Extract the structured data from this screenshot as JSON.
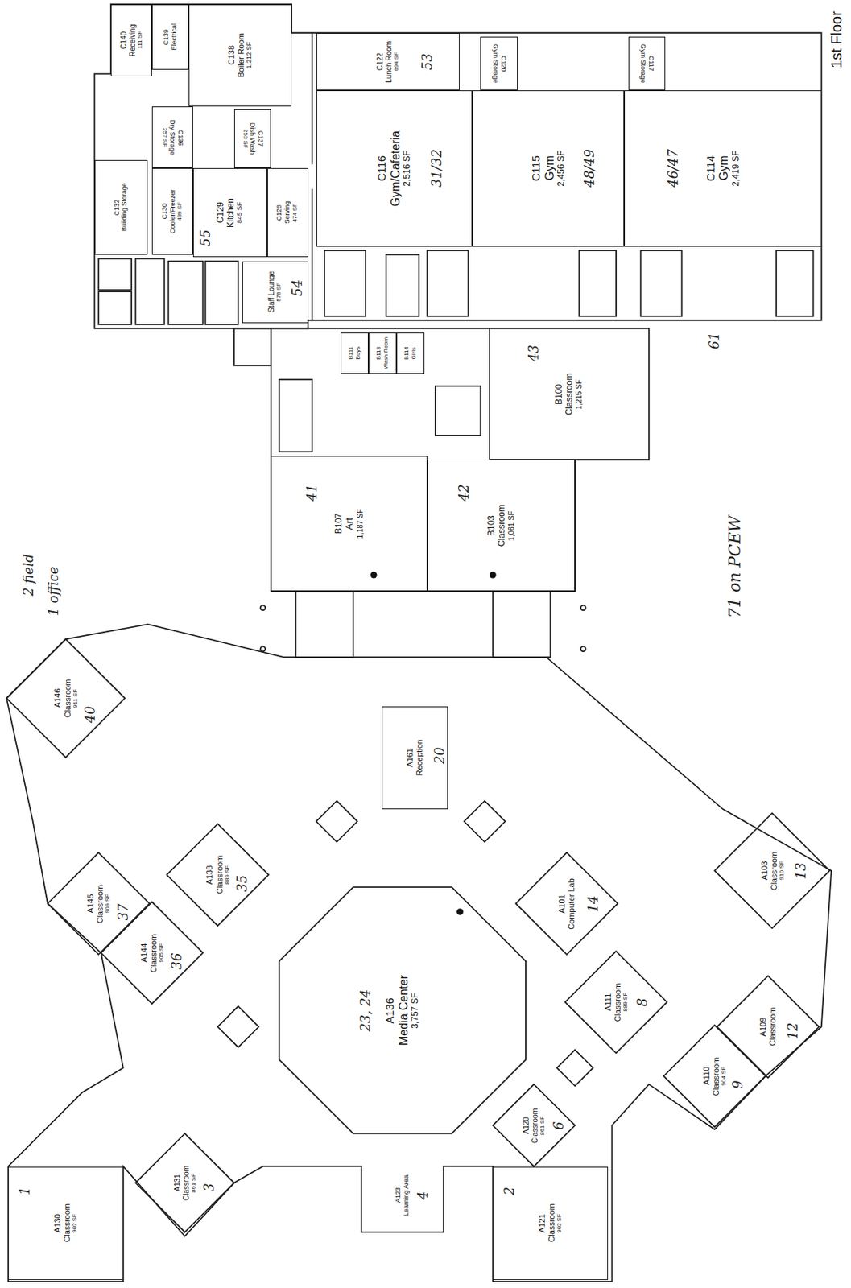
{
  "diagram": {
    "title": "1st Floor",
    "nodes": [
      {
        "text": [
          "C140",
          "Receiving",
          "111 SF"
        ]
      },
      {
        "text": [
          "C139",
          "Electrical"
        ]
      },
      {
        "text": [
          "C138",
          "Boiler Room",
          "1,212 SF"
        ]
      },
      {
        "text": [
          "C136",
          "Dry Storage",
          "257 SF"
        ]
      },
      {
        "text": [
          "C137",
          "Dish Wash",
          "253 SF"
        ]
      },
      {
        "text": [
          "C132",
          "Building Storage"
        ]
      },
      {
        "text": [
          "C130",
          "Cooler/Freezer",
          "489 SF"
        ]
      },
      {
        "text": [
          "C129",
          "Kitchen",
          "845 SF"
        ]
      },
      {
        "text": [
          "C128",
          "Serving",
          "474 SF"
        ]
      },
      {
        "text": [
          "Staff Lounge",
          "576 SF"
        ]
      },
      {
        "text": [
          "C122",
          "Lunch Room",
          "694 SF"
        ]
      },
      {
        "text": [
          "C120",
          "Gym Storage"
        ]
      },
      {
        "text": [
          "C117",
          "Gym Storage"
        ]
      },
      {
        "text": [
          "C116",
          "Gym/Cafeteria",
          "2,516 SF"
        ]
      },
      {
        "text": [
          "C115",
          "Gym",
          "2,456 SF"
        ]
      },
      {
        "text": [
          "C114",
          "Gym",
          "2,419 SF"
        ]
      },
      {
        "text": [
          "B111",
          "Boys"
        ]
      },
      {
        "text": [
          "B113",
          "Wash Room"
        ]
      },
      {
        "text": [
          "B114",
          "Girls"
        ]
      },
      {
        "text": [
          "B107",
          "Art",
          "1,187 SF"
        ]
      },
      {
        "text": [
          "B103",
          "Classroom",
          "1,061 SF"
        ]
      },
      {
        "text": [
          "B100",
          "Classroom",
          "1,215 SF"
        ]
      },
      {
        "text": [
          "A161",
          "Reception"
        ]
      },
      {
        "text": [
          "A146",
          "Classroom",
          "911 SF"
        ]
      },
      {
        "text": [
          "A145",
          "Classroom",
          "909 SF"
        ]
      },
      {
        "text": [
          "A144",
          "Classroom",
          "905 SF"
        ]
      },
      {
        "text": [
          "A138",
          "Classroom",
          "889 SF"
        ]
      },
      {
        "text": [
          "A136",
          "Media Center",
          "3,757 SF"
        ]
      },
      {
        "text": [
          "A101",
          "Computer Lab"
        ]
      },
      {
        "text": [
          "A103",
          "Classroom",
          "910 SF"
        ]
      },
      {
        "text": [
          "A109",
          "Classroom"
        ]
      },
      {
        "text": [
          "A110",
          "Classroom",
          "904 SF"
        ]
      },
      {
        "text": [
          "A111",
          "Classroom",
          "889 SF"
        ]
      },
      {
        "text": [
          "A131",
          "Classroom",
          "861 SF"
        ]
      },
      {
        "text": [
          "A120",
          "Classroom",
          "861 SF"
        ]
      },
      {
        "text": [
          "A130",
          "Classroom",
          "902 SF"
        ]
      },
      {
        "text": [
          "A121",
          "Classroom",
          "902 SF"
        ]
      },
      {
        "text": [
          "A123",
          "Learning Area"
        ]
      }
    ],
    "labels": [
      "2 field",
      "1 office",
      "71 on PCEW",
      "53",
      "55",
      "54",
      "31/32",
      "48/49",
      "46/47",
      "61",
      "41",
      "42",
      "43",
      "40",
      "37",
      "36",
      "35",
      "13",
      "12",
      "9",
      "8",
      "14",
      "20",
      "23, 24",
      "1",
      "3",
      "2",
      "6",
      "4"
    ]
  }
}
